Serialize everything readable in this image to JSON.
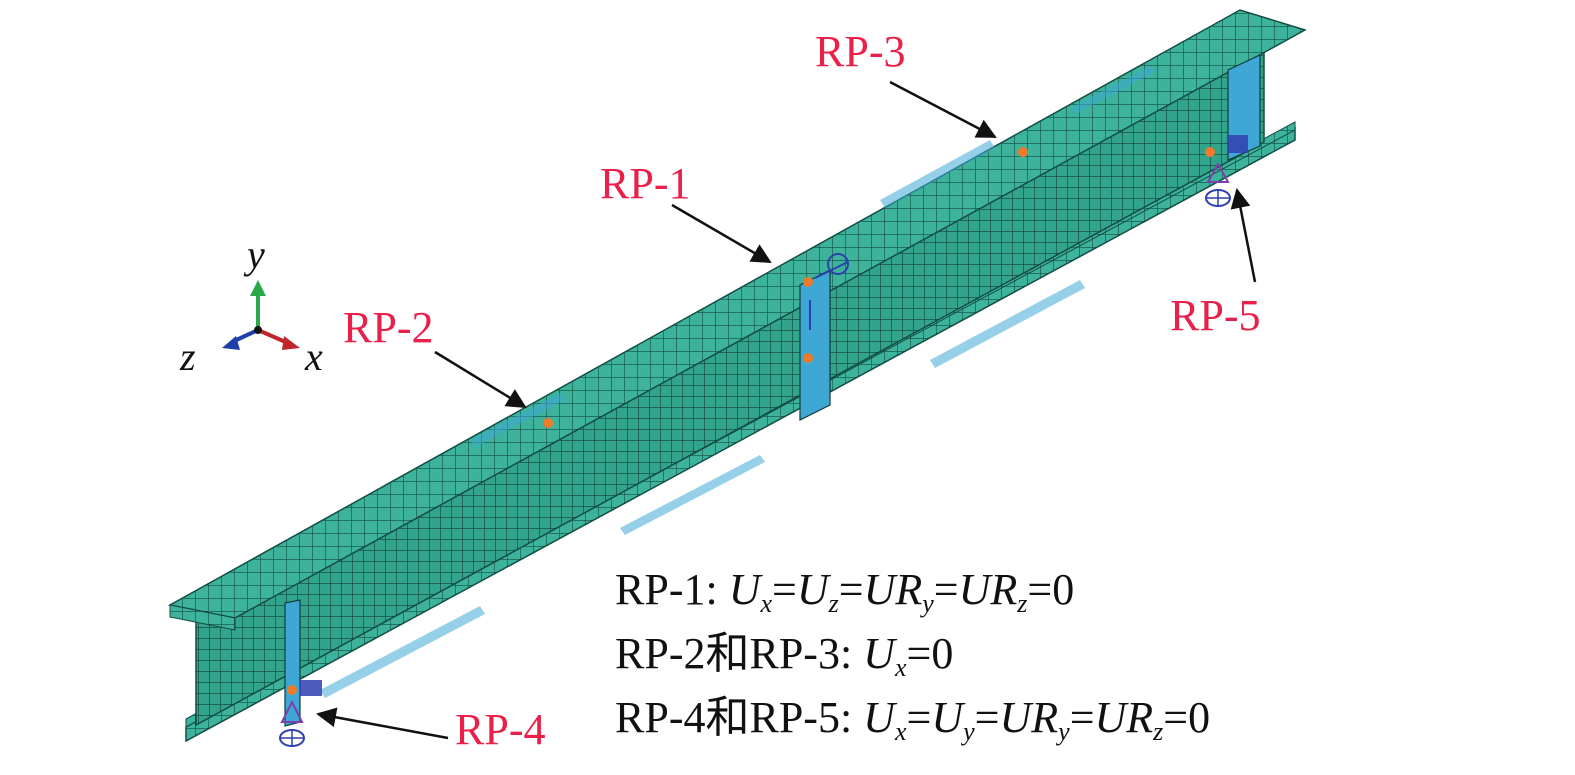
{
  "labels": {
    "rp1": "RP-1",
    "rp2": "RP-2",
    "rp3": "RP-3",
    "rp4": "RP-4",
    "rp5": "RP-5"
  },
  "axes": {
    "y": "y",
    "z": "z",
    "x": "x"
  },
  "conditions": {
    "line1": {
      "prefix": "RP-1: ",
      "terms": [
        {
          "base": "U",
          "sub": "x"
        },
        {
          "base": "U",
          "sub": "z"
        },
        {
          "base": "UR",
          "sub": "y"
        },
        {
          "base": "UR",
          "sub": "z"
        }
      ],
      "rhs": "0"
    },
    "line2": {
      "prefix": "RP-2和RP-3: ",
      "terms": [
        {
          "base": "U",
          "sub": "x"
        }
      ],
      "rhs": "0"
    },
    "line3": {
      "prefix": "RP-4和RP-5: ",
      "terms": [
        {
          "base": "U",
          "sub": "x"
        },
        {
          "base": "U",
          "sub": "y"
        },
        {
          "base": "UR",
          "sub": "y"
        },
        {
          "base": "UR",
          "sub": "z"
        }
      ],
      "rhs": "0"
    }
  },
  "colors": {
    "mesh_green": "#3cb39a",
    "mesh_blue": "#3fa7d6",
    "label_red": "#e8204a",
    "axis_y": "#2aa84a",
    "axis_x": "#c0242c",
    "axis_z": "#1f3fa8",
    "rp_marker": "#ee7a2a"
  }
}
